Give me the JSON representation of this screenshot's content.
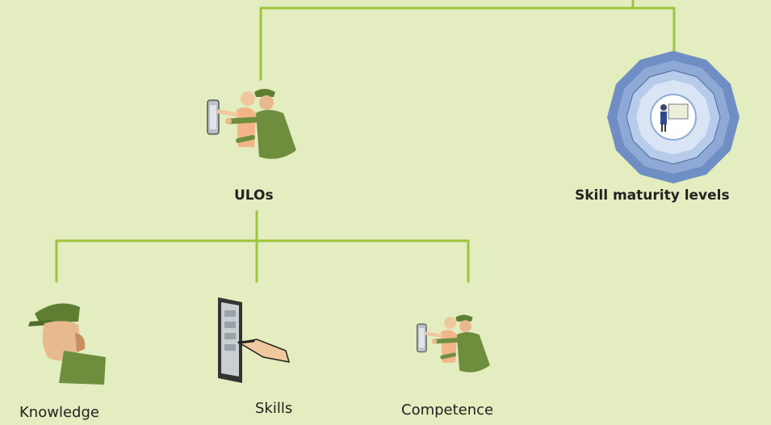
{
  "nodes": {
    "ulos": {
      "label": "ULOs",
      "icon": "trainer-icon"
    },
    "skill_maturity": {
      "label": "Skill maturity levels",
      "icon": "maturity-levels-icon"
    },
    "knowledge": {
      "label": "Knowledge",
      "icon": "soldier-head-icon"
    },
    "skills": {
      "label": "Skills",
      "icon": "touchscreen-hand-icon"
    },
    "competence": {
      "label": "Competence",
      "icon": "trainer-icon"
    }
  },
  "colors": {
    "background": "#e3edbf",
    "connector": "#9dc43b",
    "maturity_outer": "#6f8fc4",
    "maturity_mid": "#9bb6e0",
    "maturity_inner": "#d9e5f5",
    "uniform": "#6e8e3e"
  }
}
